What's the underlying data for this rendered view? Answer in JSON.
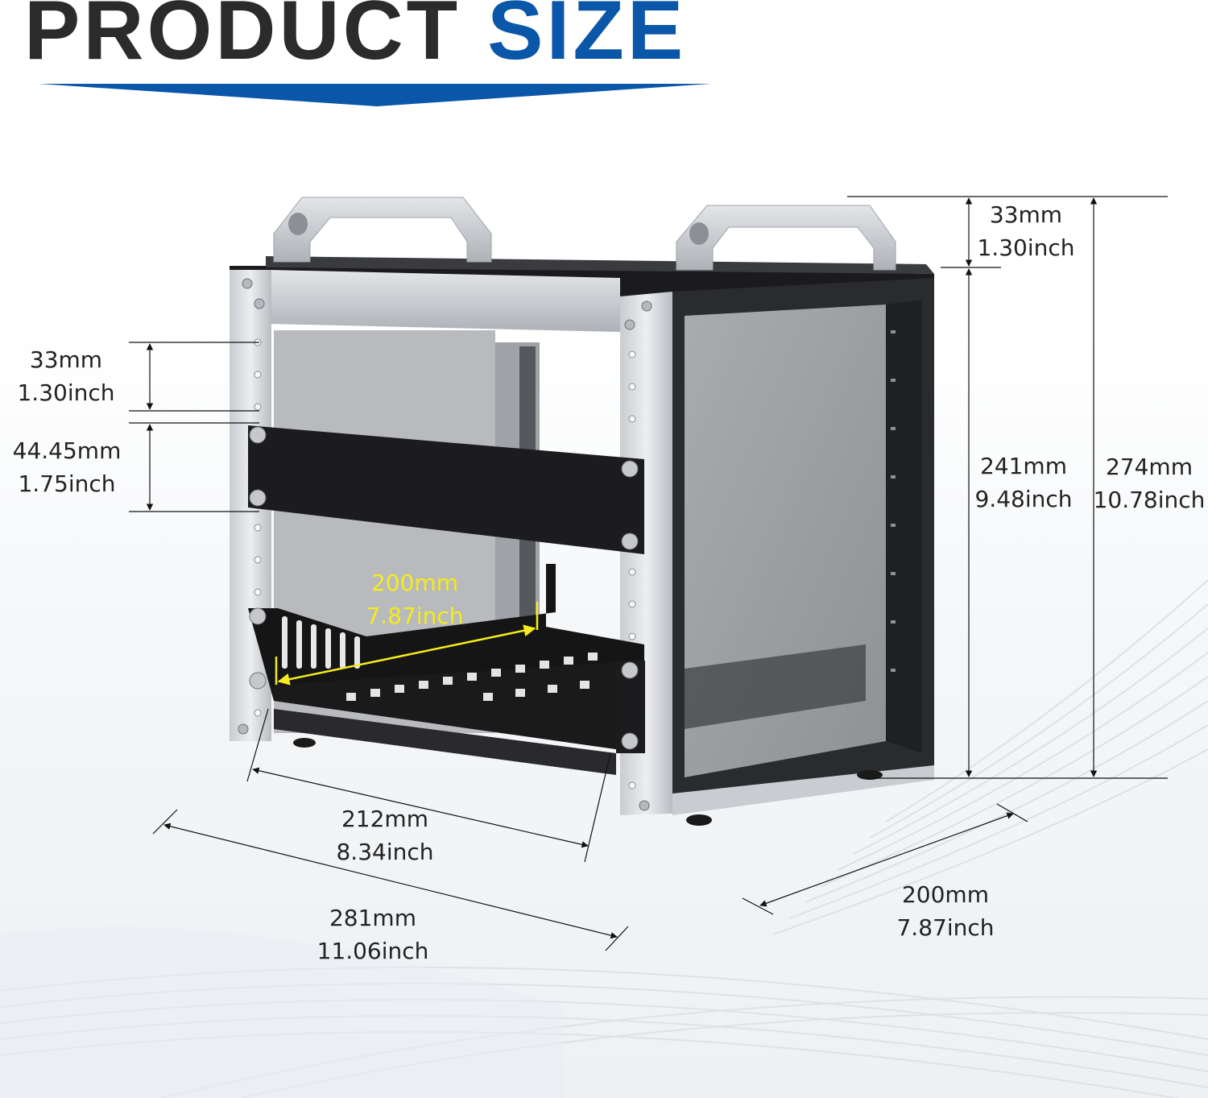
{
  "title": {
    "word1": "PRODUCT",
    "word2": "SIZE",
    "color_dark": "#2b2b2b",
    "color_accent": "#0a56a8"
  },
  "dimensions": {
    "handle_height": {
      "mm": "33mm",
      "inch": "1.30inch"
    },
    "top_rack_gap": {
      "mm": "33mm",
      "inch": "1.30inch"
    },
    "rack_unit": {
      "mm": "44.45mm",
      "inch": "1.75inch"
    },
    "shelf_depth": {
      "mm": "200mm",
      "inch": "7.87inch",
      "color": "#f4ec1c"
    },
    "inner_height": {
      "mm": "241mm",
      "inch": "9.48inch"
    },
    "total_height": {
      "mm": "274mm",
      "inch": "10.78inch"
    },
    "inner_width": {
      "mm": "212mm",
      "inch": "8.34inch"
    },
    "outer_width": {
      "mm": "281mm",
      "inch": "11.06inch"
    },
    "depth": {
      "mm": "200mm",
      "inch": "7.87inch"
    }
  }
}
